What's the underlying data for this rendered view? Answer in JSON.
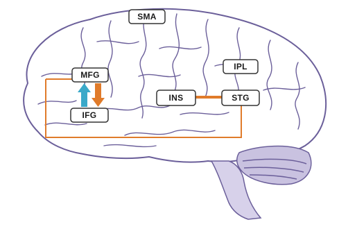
{
  "diagram": {
    "regions": [
      {
        "id": "sma",
        "label": "SMA"
      },
      {
        "id": "ipl",
        "label": "IPL"
      },
      {
        "id": "mfg",
        "label": "MFG"
      },
      {
        "id": "ifg",
        "label": "IFG"
      },
      {
        "id": "ins",
        "label": "INS"
      },
      {
        "id": "stg",
        "label": "STG"
      }
    ],
    "connections": [
      {
        "from": "IFG",
        "to": "MFG",
        "color": "#3aa9c9"
      },
      {
        "from": "MFG",
        "to": "IFG",
        "color": "#e07b2a"
      },
      {
        "from": "INS",
        "to": "STG",
        "color": "#e07b2a"
      }
    ],
    "colors": {
      "brain_outline": "#6b5f9a",
      "network_outline": "#e07b2a",
      "arrow_up": "#3aa9c9",
      "arrow_down": "#e07b2a",
      "label_border": "#333333",
      "label_fill": "#ffffff"
    }
  }
}
